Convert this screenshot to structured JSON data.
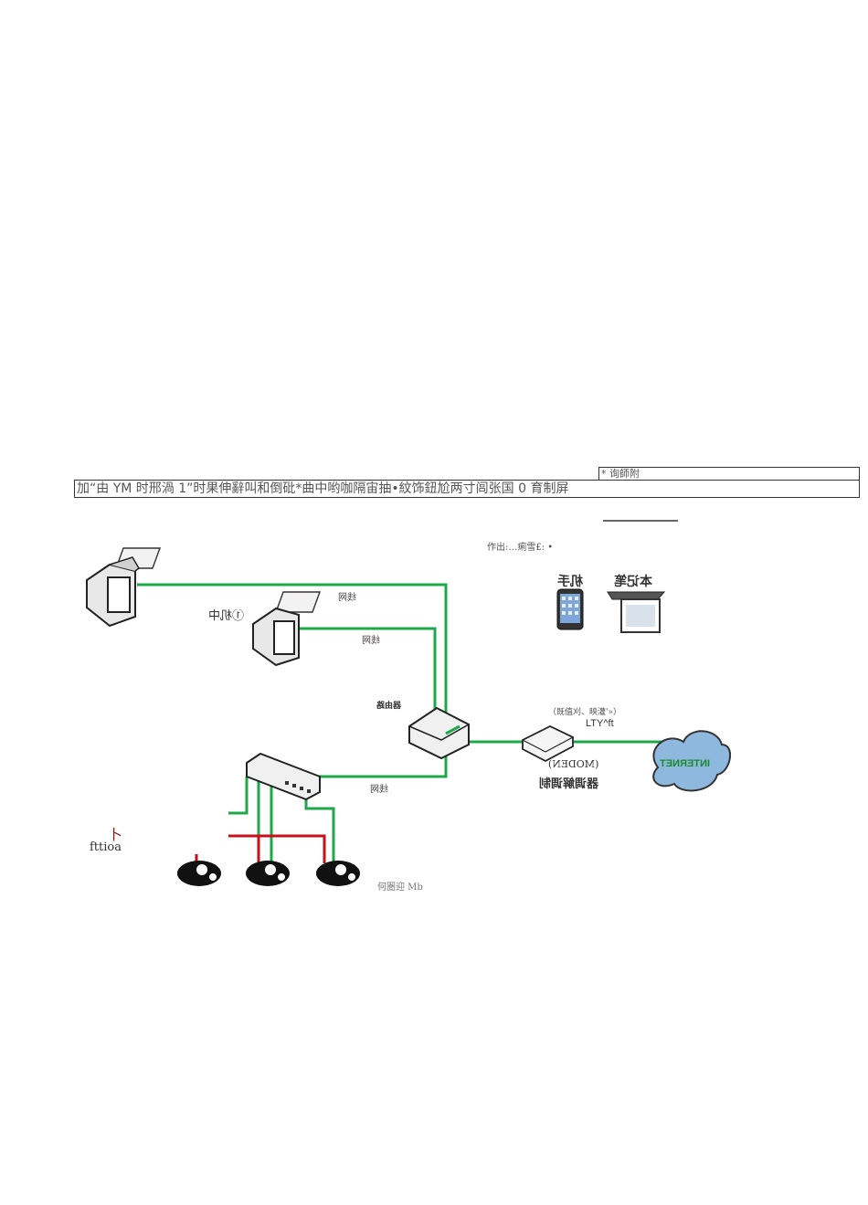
{
  "captions": {
    "small": "* 询師附",
    "main": "加“由 YM 时邢渦 1”时果伸辭叫和倒砒*曲中哟咖隔宙抽•紋饰鈕尬两寸闾张国 0 育制屏"
  },
  "diagram": {
    "header_text": "作出:…痢雪£: •",
    "mirrored_labels": {
      "phone": "机手",
      "laptop": "本记笔",
      "camera_zoom": "①机中",
      "link1": "线网",
      "link2": "线网",
      "link3": "线网",
      "router": "器由路",
      "modem": "(MODEN)",
      "modem_sub": "器调解调制",
      "internet": "INTERNET"
    },
    "isp_label": "（既值刈、映灌'»）",
    "isp_code": "LTY^ft",
    "left_mark": "卜",
    "left_text": "fttioa",
    "cameras_caption": "何圏迎 Mb",
    "colors": {
      "network_green": "#1fa84a",
      "power_red": "#c8101a",
      "accent_red": "#8b1a1a"
    }
  }
}
